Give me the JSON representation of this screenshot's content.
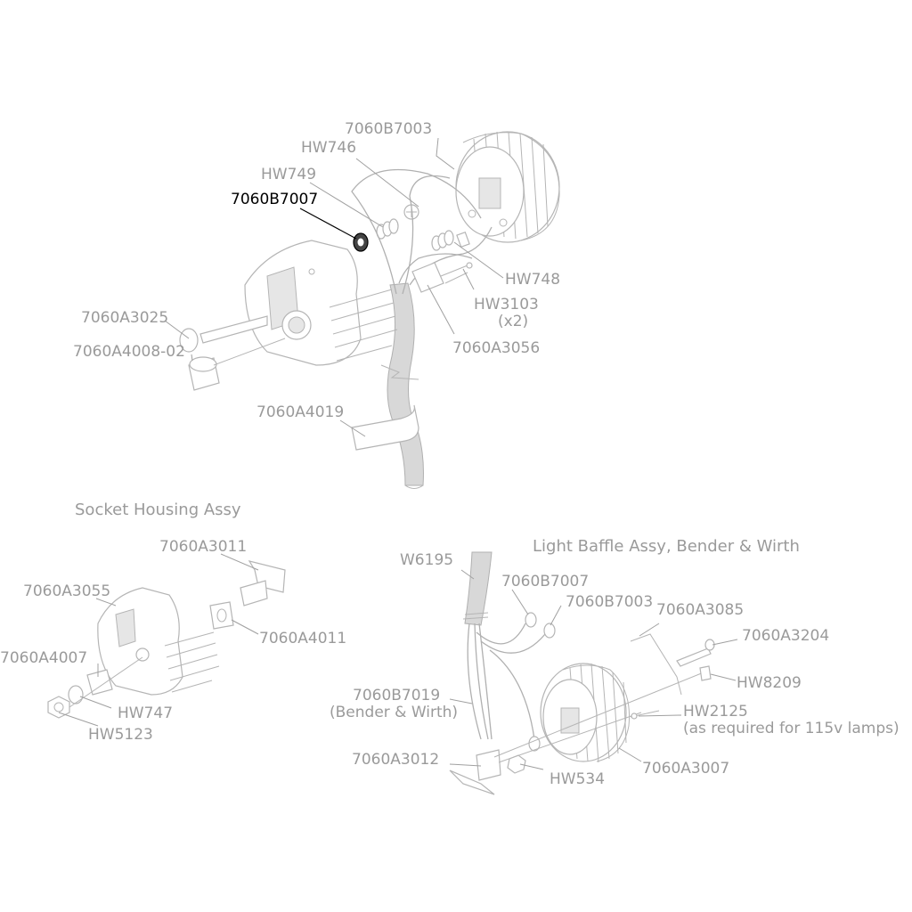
{
  "sections": {
    "socket_housing": "Socket Housing Assy",
    "light_baffle": "Light Baffle Assy, Bender & Wirth"
  },
  "labels": {
    "p7060B7003_top": "7060B7003",
    "hw746": "HW746",
    "hw749": "HW749",
    "p7060B7007_top": "7060B7007",
    "hw748": "HW748",
    "hw3103": "HW3103",
    "hw3103_qty": "(x2)",
    "p7060A3025": "7060A3025",
    "p7060A4008_02": "7060A4008-02",
    "p7060A3056": "7060A3056",
    "p7060A4019": "7060A4019",
    "p7060A3011": "7060A3011",
    "p7060A3055": "7060A3055",
    "p7060A4011": "7060A4011",
    "p7060A4007": "7060A4007",
    "hw747": "HW747",
    "hw5123": "HW5123",
    "w6195": "W6195",
    "p7060B7007_bot": "7060B7007",
    "p7060B7003_bot": "7060B7003",
    "p7060A3085": "7060A3085",
    "p7060A3204": "7060A3204",
    "hw8209": "HW8209",
    "p7060B7019": "7060B7019",
    "p7060B7019_note": "(Bender & Wirth)",
    "hw2125": "HW2125",
    "hw2125_note": "(as required for 115v lamps)",
    "p7060A3012": "7060A3012",
    "hw534": "HW534",
    "p7060A3007": "7060A3007"
  },
  "highlighted_part": "7060B7007",
  "colors": {
    "label": "#9a9a9a",
    "highlight": "#000000",
    "line": "#b5b5b5"
  }
}
